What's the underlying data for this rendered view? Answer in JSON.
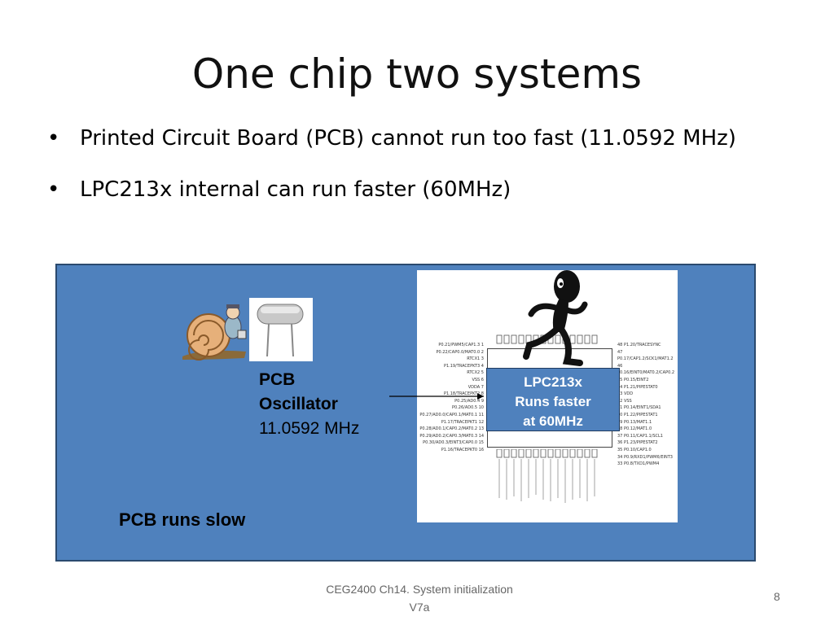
{
  "slide": {
    "title": "One chip two systems",
    "bullets": [
      "Printed Circuit Board (PCB) cannot run too fast (11.0592 MHz)",
      "LPC213x internal can run faster (60MHz)"
    ],
    "bullet_glyph": "•"
  },
  "diagram": {
    "oscillator_label_line1": "PCB",
    "oscillator_label_line2": "Oscillator",
    "oscillator_freq": "11.0592 MHz",
    "chip_label_line1": "LPC213x",
    "chip_label_line2": "Runs faster",
    "chip_label_line3": "at 60MHz",
    "board_caption": "PCB runs slow",
    "board_color": "#4f81bd",
    "chip_box_color": "#4f81bd",
    "pins_left": [
      "P0.21/PWM5/CAP1.3 1",
      "P0.22/CAP0.0/MAT0.0 2",
      "RTCX1 3",
      "P1.19/TRACEPKT3 4",
      "RTCX2 5",
      "VSS 6",
      "VDDA 7",
      "P1.18/TRACEPKT2 8",
      "P0.25/AD0.4 9",
      "P0.26/AD0.5 10",
      "P0.27/AD0.0/CAP0.1/MAT0.1 11",
      "P1.17/TRACEPKT1 12",
      "P0.28/AD0.1/CAP0.2/MAT0.2 13",
      "P0.29/AD0.2/CAP0.3/MAT0.3 14",
      "P0.30/AD0.3/EINT3/CAP0.0 15",
      "P1.16/TRACEPKT0 16"
    ],
    "pins_right": [
      "48 P1.20/TRACESYNC",
      "47 P0.17/CAP1.2/SCK1/MAT1.2",
      "46 P0.16/EINT0/MAT0.2/CAP0.2",
      "45 P0.15/EINT2",
      "44 P1.21/PIPESTAT0",
      "43 VDD",
      "42 VSS",
      "41 P0.14/EINT1/SDA1",
      "40 P1.22/PIPESTAT1",
      "39 P0.13/MAT1.1",
      "38 P0.12/MAT1.0",
      "37 P0.11/CAP1.1/SCL1",
      "36 P1.23/PIPESTAT2",
      "35 P0.10/CAP1.0",
      "34 P0.9/RXD1/PWM6/EINT3",
      "33 P0.8/TXD1/PWM4"
    ]
  },
  "footer": {
    "course_line1": "CEG2400 Ch14. System initialization",
    "course_line2": "V7a",
    "page_number": "8"
  }
}
